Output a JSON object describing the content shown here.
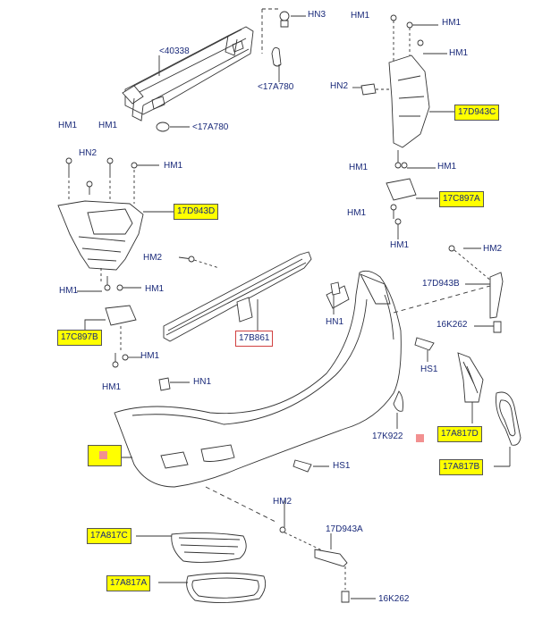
{
  "labels": {
    "hn3": "HN3",
    "p40338": "<40338",
    "p17a780_a": "<17A780",
    "p17a780_b": "<17A780",
    "hm1_l1": "HM1",
    "hm1_l2": "HM1",
    "hn2_l": "HN2",
    "hm1_l3": "HM1",
    "hm1_l4": "HM1",
    "hm1_l5": "HM1",
    "hm1_l6": "HM1",
    "hm1_l7": "HM1",
    "hm2_top": "HM2",
    "hn1_top": "HN1",
    "hn1_mid": "HN1",
    "hs1_a": "HS1",
    "hs1_b": "HS1",
    "hm1_r1": "HM1",
    "hm1_r2": "HM1",
    "hm1_r3": "HM1",
    "hn2_r": "HN2",
    "hm1_r4": "HM1",
    "hm1_r5": "HM1",
    "hm1_r6": "HM1",
    "hm1_r7": "HM1",
    "hm2_r": "HM2",
    "p17d943b": "17D943B",
    "p16k262_a": "16K262",
    "p17k922": "17K922",
    "hm2_bot": "HM2",
    "p17d943a": "17D943A",
    "p16k262_b": "16K262"
  },
  "boxes": {
    "p17d943c": "17D943C",
    "p17d943d": "17D943D",
    "p17c897a": "17C897A",
    "p17c897b": "17C897B",
    "p17b861": "17B861",
    "p17a817d": "17A817D",
    "p17a817b": "17A817B",
    "p17a817c": "17A817C",
    "p17a817a": "17A817A"
  },
  "colors": {
    "callout_fill": "#ffff00",
    "label_text": "#1a2a7a",
    "marker": "#f29090",
    "line": "#333333"
  }
}
